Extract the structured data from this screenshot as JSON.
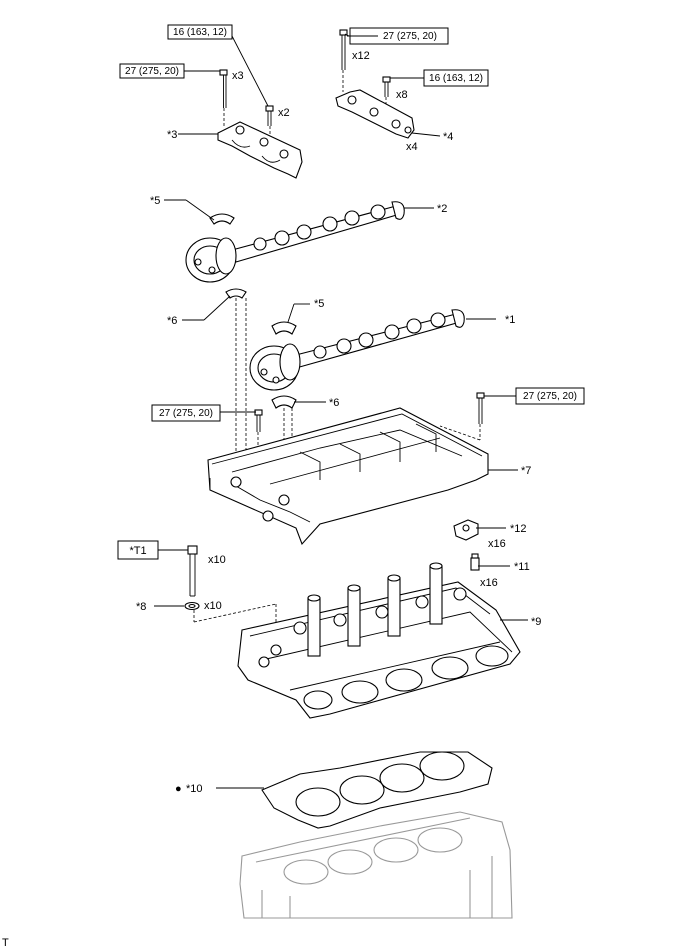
{
  "torque_specs": {
    "spec_a": "16 (163, 12)",
    "spec_b": "27 (275, 20)",
    "spec_c": "27 (275, 20)",
    "spec_d": "16 (163, 12)",
    "spec_e": "27 (275, 20)",
    "spec_f": "27 (275, 20)"
  },
  "quantities": {
    "q_x3": "x3",
    "q_x2": "x2",
    "q_x12": "x12",
    "q_x8": "x8",
    "q_x4": "x4",
    "q_x16a": "x16",
    "q_x16b": "x16",
    "q_x10a": "x10",
    "q_x10b": "x10"
  },
  "callouts": {
    "c1": "*1",
    "c2": "*2",
    "c3": "*3",
    "c4": "*4",
    "c5a": "*5",
    "c5b": "*5",
    "c6a": "*6",
    "c6b": "*6",
    "c7": "*7",
    "c8": "*8",
    "c9": "*9",
    "c10": "*10",
    "c11": "*11",
    "c12": "*12",
    "t1": "*T1"
  },
  "bullet": "●",
  "corner_mark": "T"
}
